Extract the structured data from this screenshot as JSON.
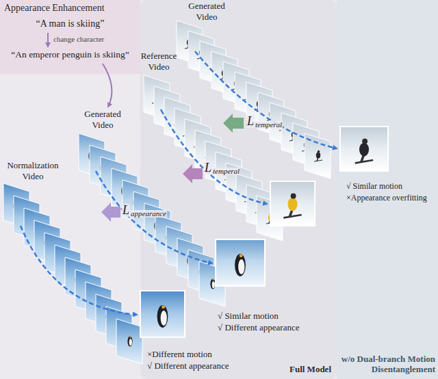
{
  "diagram": {
    "nodes": [
      {
        "text": [
          "Appearance Enhancement",
          "“A man is skiing”",
          "change character",
          "“An emperor penguin is skiing”"
        ]
      },
      {
        "text": [
          "Full Model"
        ]
      },
      {
        "text": [
          "w/o Dual-branch Motion Disentanglement"
        ]
      }
    ],
    "labels": [
      "Generated Video",
      "Reference Video",
      "Generated Video",
      "Normalization Video",
      "L",
      "temperal",
      "L",
      "temperal",
      "L",
      "appearance",
      "√ Similar motion",
      "×Appearance overfitting",
      "√ Similar motion",
      "√ Different appearance",
      "×Different motion",
      "√ Different appearance"
    ]
  }
}
